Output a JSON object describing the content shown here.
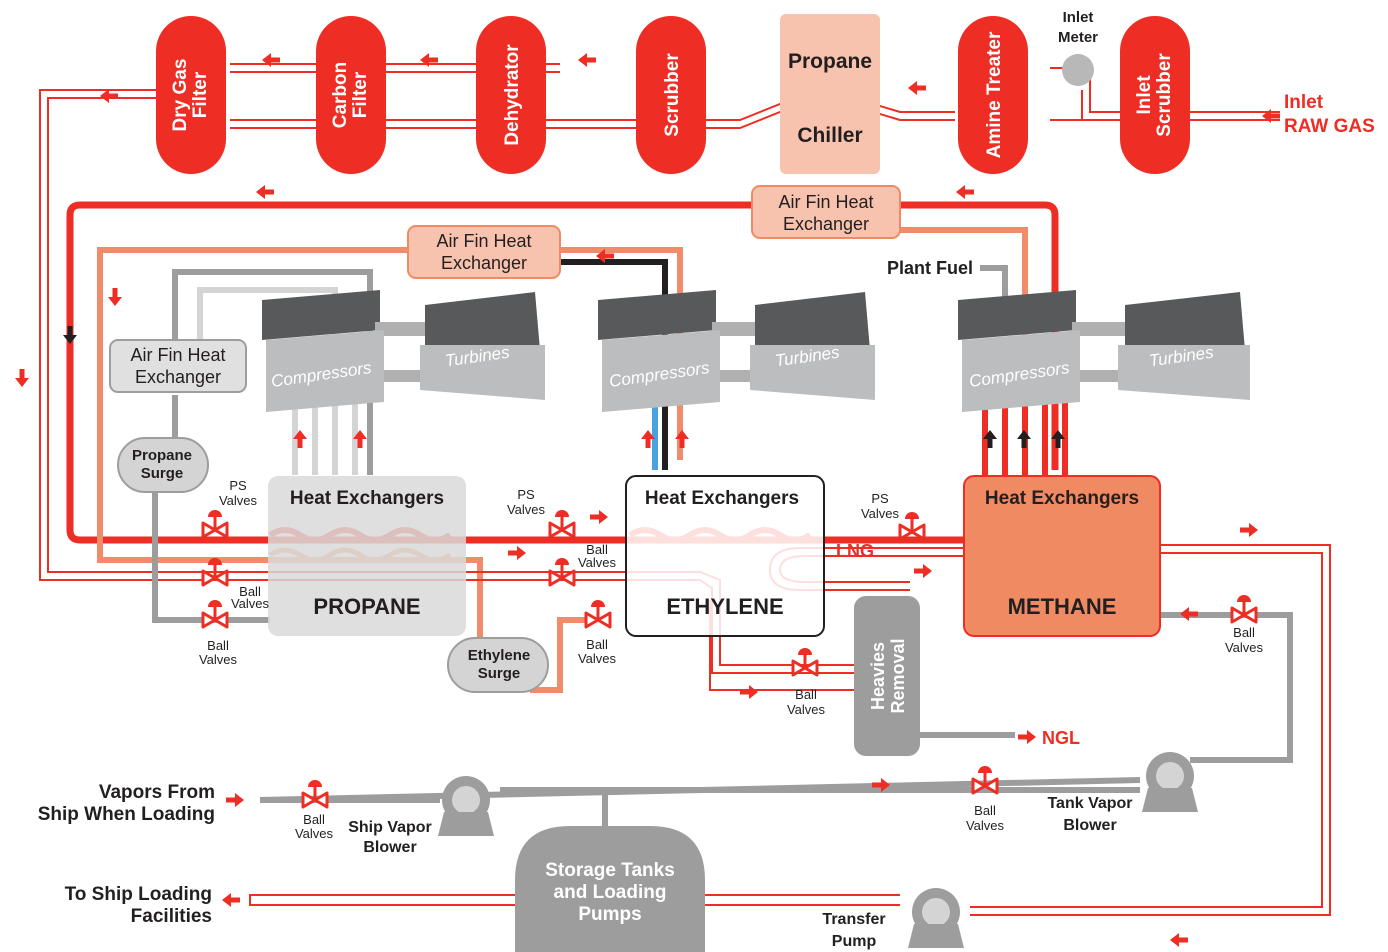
{
  "colors": {
    "red": "#ee2d24",
    "light_red": "#f7c2ae",
    "orange": "#f08a62",
    "salmon_pipe": "#f28b69",
    "grey": "#9d9d9d",
    "light_grey": "#d4d4d4",
    "dark_grey": "#58595b",
    "black": "#231f20",
    "blue": "#4aa3df"
  },
  "inlet": {
    "label_line1": "Inlet",
    "label_line2": "RAW GAS",
    "meter_line1": "Inlet",
    "meter_line2": "Meter"
  },
  "pretreatment": {
    "units": [
      {
        "line1": "Inlet",
        "line2": "Scrubber"
      },
      {
        "line1": "Amine Treater",
        "line2": ""
      },
      {
        "line1": "Scrubber",
        "line2": ""
      },
      {
        "line1": "Dehydrator",
        "line2": ""
      },
      {
        "line1": "Carbon",
        "line2": "Filter"
      },
      {
        "line1": "Dry Gas",
        "line2": "Filter"
      }
    ],
    "chiller_top": "Propane",
    "chiller_bottom": "Chiller"
  },
  "air_fins": {
    "top_line1": "Air Fin Heat",
    "top_line2": "Exchanger",
    "mid_line1": "Air Fin Heat",
    "mid_line2": "Exchanger",
    "left_line1": "Air Fin Heat",
    "left_line2": "Exchanger"
  },
  "plant_fuel": "Plant Fuel",
  "machines": {
    "compressors": "Compressors",
    "turbines": "Turbines"
  },
  "exchangers": {
    "title": "Heat Exchangers",
    "propane": "PROPANE",
    "ethylene": "ETHYLENE",
    "methane": "METHANE"
  },
  "surge": {
    "propane_line1": "Propane",
    "propane_line2": "Surge",
    "ethylene_line1": "Ethylene",
    "ethylene_line2": "Surge"
  },
  "valves": {
    "ps_line1": "PS",
    "ps_line2": "Valves",
    "ball_line1": "Ball",
    "ball_line2": "Valves"
  },
  "lng": "LNG",
  "ngl": "NGL",
  "heavies": {
    "line1": "Heavies",
    "line2": "Removal"
  },
  "storage": {
    "vapors_line1": "Vapors From",
    "vapors_line2": "Ship When Loading",
    "ship_blower_line1": "Ship Vapor",
    "ship_blower_line2": "Blower",
    "tank_blower_line1": "Tank Vapor",
    "tank_blower_line2": "Blower",
    "tanks_line1": "Storage Tanks",
    "tanks_line2": "and Loading",
    "tanks_line3": "Pumps",
    "to_ship_line1": "To Ship Loading",
    "to_ship_line2": "Facilities",
    "pump_line1": "Transfer",
    "pump_line2": "Pump"
  }
}
